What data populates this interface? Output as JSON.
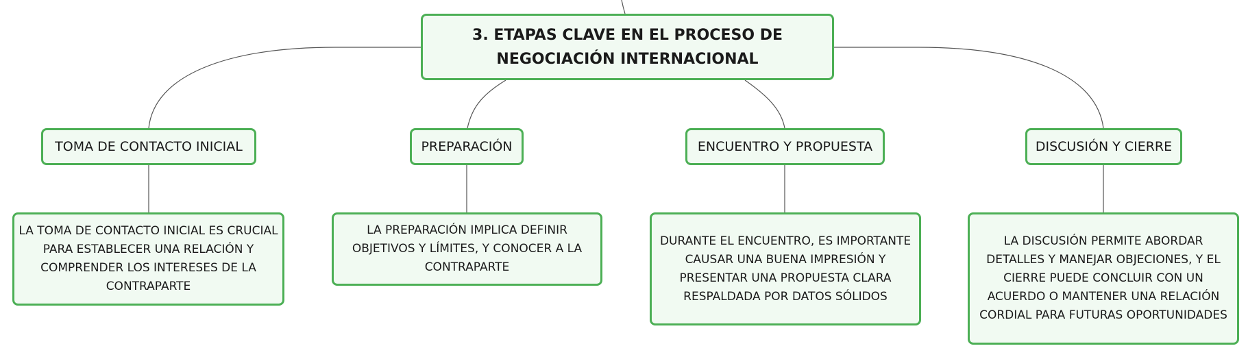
{
  "root": {
    "title": "3. ETAPAS CLAVE EN EL PROCESO DE NEGOCIACIÓN INTERNACIONAL"
  },
  "branches": [
    {
      "label": "TOMA DE CONTACTO INICIAL",
      "detail": "LA TOMA DE CONTACTO INICIAL ES CRUCIAL PARA ESTABLECER UNA RELACIÓN Y COMPRENDER LOS INTERESES DE LA CONTRAPARTE"
    },
    {
      "label": "PREPARACIÓN",
      "detail": "LA PREPARACIÓN IMPLICA DEFINIR OBJETIVOS Y LÍMITES, Y CONOCER A LA CONTRAPARTE"
    },
    {
      "label": "ENCUENTRO Y PROPUESTA",
      "detail": "DURANTE EL ENCUENTRO, ES IMPORTANTE CAUSAR UNA BUENA IMPRESIÓN Y PRESENTAR UNA PROPUESTA CLARA RESPALDADA POR DATOS SÓLIDOS"
    },
    {
      "label": "DISCUSIÓN Y CIERRE",
      "detail": "LA DISCUSIÓN PERMITE ABORDAR DETALLES Y MANEJAR OBJECIONES, Y EL CIERRE PUEDE CONCLUIR CON UN ACUERDO O MANTENER UNA RELACIÓN CORDIAL PARA FUTURAS OPORTUNIDADES"
    }
  ],
  "colors": {
    "border": "#4caf55",
    "fill": "#f1faf2",
    "connector": "#555555"
  }
}
